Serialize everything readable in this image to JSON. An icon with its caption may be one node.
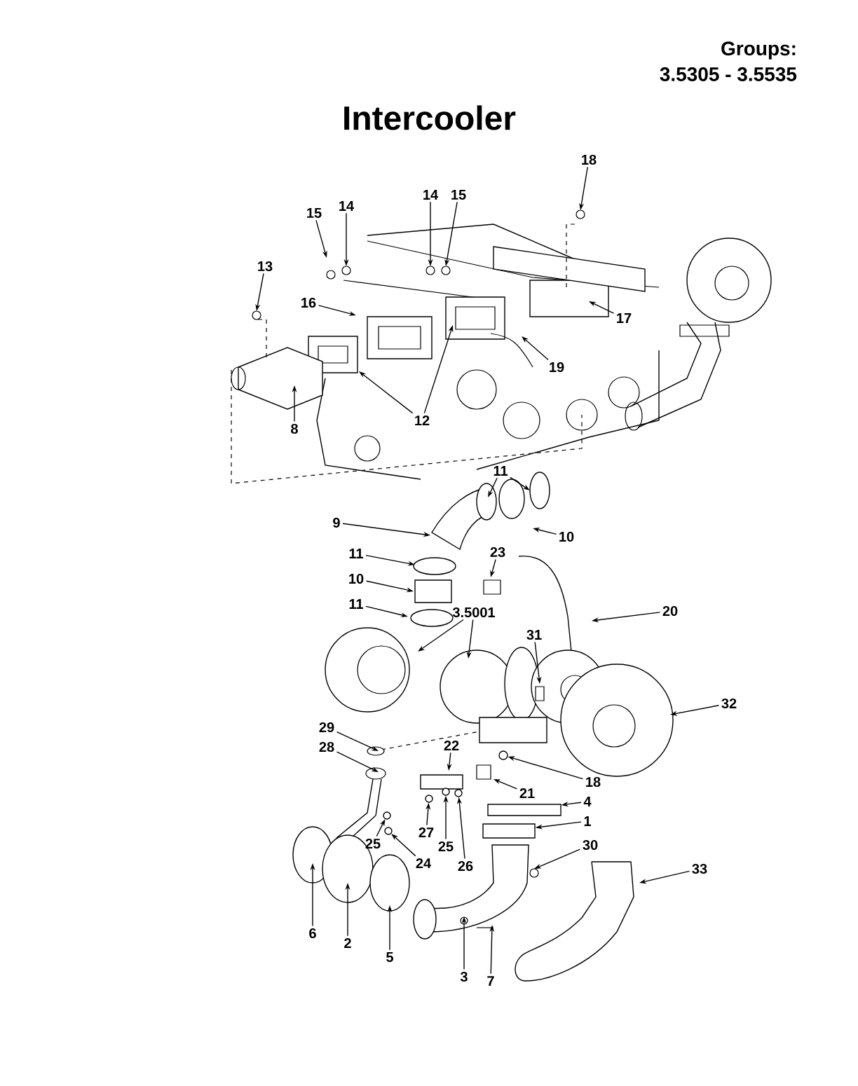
{
  "diagram": {
    "title": "Intercooler",
    "nodes": [
      {
        "text": [
          "18"
        ]
      },
      {
        "text": [
          "15"
        ]
      },
      {
        "text": [
          "14"
        ]
      },
      {
        "text": [
          "14"
        ]
      },
      {
        "text": [
          "15"
        ]
      },
      {
        "text": [
          "13"
        ]
      },
      {
        "text": [
          "16"
        ]
      },
      {
        "text": [
          "17"
        ]
      },
      {
        "text": [
          "19"
        ]
      },
      {
        "text": [
          "12"
        ]
      },
      {
        "text": [
          "8"
        ]
      },
      {
        "text": [
          "11"
        ]
      },
      {
        "text": [
          "10"
        ]
      },
      {
        "text": [
          "9"
        ]
      },
      {
        "text": [
          "11"
        ]
      },
      {
        "text": [
          "23"
        ]
      },
      {
        "text": [
          "10"
        ]
      },
      {
        "text": [
          "11"
        ]
      },
      {
        "text": [
          "20"
        ]
      },
      {
        "text": [
          "3.5001"
        ]
      },
      {
        "text": [
          "31"
        ]
      },
      {
        "text": [
          "32"
        ]
      },
      {
        "text": [
          "29"
        ]
      },
      {
        "text": [
          "28"
        ]
      },
      {
        "text": [
          "22"
        ]
      },
      {
        "text": [
          "18"
        ]
      },
      {
        "text": [
          "21"
        ]
      },
      {
        "text": [
          "4"
        ]
      },
      {
        "text": [
          "1"
        ]
      },
      {
        "text": [
          "27"
        ]
      },
      {
        "text": [
          "25"
        ]
      },
      {
        "text": [
          "26"
        ]
      },
      {
        "text": [
          "25"
        ]
      },
      {
        "text": [
          "24"
        ]
      },
      {
        "text": [
          "30"
        ]
      },
      {
        "text": [
          "33"
        ]
      },
      {
        "text": [
          "6"
        ]
      },
      {
        "text": [
          "2"
        ]
      },
      {
        "text": [
          "5"
        ]
      },
      {
        "text": [
          "3"
        ]
      },
      {
        "text": [
          "7"
        ]
      },
      {
        "text": [],
        "shape": "circle"
      },
      {
        "text": [],
        "shape": "box"
      },
      {
        "text": [],
        "shape": "box"
      },
      {
        "text": [],
        "shape": "circle"
      },
      {
        "text": [],
        "shape": "circle"
      },
      {
        "text": [],
        "shape": "circle"
      },
      {
        "text": [],
        "shape": "circle"
      },
      {
        "text": [],
        "shape": "circle"
      }
    ],
    "edges": [
      {
        "from": 0,
        "to": null,
        "arrow": "to"
      },
      {
        "from": 1,
        "to": null,
        "arrow": "to"
      },
      {
        "from": 2,
        "to": null,
        "arrow": "to"
      },
      {
        "from": 3,
        "to": null,
        "arrow": "to"
      },
      {
        "from": 4,
        "to": null,
        "arrow": "to"
      },
      {
        "from": 5,
        "to": null,
        "arrow": "to"
      },
      {
        "from": 6,
        "to": null,
        "arrow": "to"
      },
      {
        "from": 7,
        "to": null,
        "arrow": "to"
      },
      {
        "from": 8,
        "to": null,
        "arrow": "to"
      },
      {
        "from": 9,
        "to": null,
        "arrow": "to"
      },
      {
        "from": 9,
        "to": null,
        "arrow": "to"
      },
      {
        "from": 10,
        "to": null,
        "arrow": "to"
      },
      {
        "from": 11,
        "to": null,
        "arrow": "to"
      },
      {
        "from": 11,
        "to": null,
        "arrow": "to"
      },
      {
        "from": 12,
        "to": null,
        "arrow": "to"
      },
      {
        "from": 13,
        "to": null,
        "arrow": "to"
      },
      {
        "from": 14,
        "to": null,
        "arrow": "to"
      },
      {
        "from": 15,
        "to": null,
        "arrow": "to"
      },
      {
        "from": 16,
        "to": null,
        "arrow": "to"
      },
      {
        "from": 17,
        "to": null,
        "arrow": "to"
      },
      {
        "from": 18,
        "to": null,
        "arrow": "to"
      },
      {
        "from": 19,
        "to": null,
        "arrow": "to"
      },
      {
        "from": 19,
        "to": null,
        "arrow": "to"
      },
      {
        "from": 20,
        "to": null,
        "arrow": "to"
      },
      {
        "from": 21,
        "to": null,
        "arrow": "to"
      },
      {
        "from": 22,
        "to": null,
        "arrow": "to"
      },
      {
        "from": 23,
        "to": null,
        "arrow": "to"
      },
      {
        "from": 24,
        "to": null,
        "arrow": "to"
      },
      {
        "from": 25,
        "to": 41,
        "arrow": "to"
      },
      {
        "from": 26,
        "to": null,
        "arrow": "to"
      },
      {
        "from": 27,
        "to": 42,
        "arrow": "to"
      },
      {
        "from": 28,
        "to": 43,
        "arrow": "to"
      },
      {
        "from": 29,
        "to": 48,
        "arrow": "to"
      },
      {
        "from": 30,
        "to": 44,
        "arrow": "to"
      },
      {
        "from": 31,
        "to": 46,
        "arrow": "to"
      },
      {
        "from": 32,
        "to": 47,
        "arrow": "to"
      },
      {
        "from": 33,
        "to": 45,
        "arrow": "to"
      },
      {
        "from": 34,
        "to": null,
        "arrow": "to"
      },
      {
        "from": 35,
        "to": null,
        "arrow": "to"
      },
      {
        "from": 36,
        "to": null,
        "arrow": "to"
      },
      {
        "from": 37,
        "to": null,
        "arrow": "to"
      },
      {
        "from": 38,
        "to": null,
        "arrow": "to"
      },
      {
        "from": 39,
        "to": null,
        "arrow": "to"
      },
      {
        "from": 40,
        "to": null,
        "arrow": "to"
      }
    ],
    "labels": [
      "Groups:",
      "3.5305 - 3.5535"
    ]
  }
}
